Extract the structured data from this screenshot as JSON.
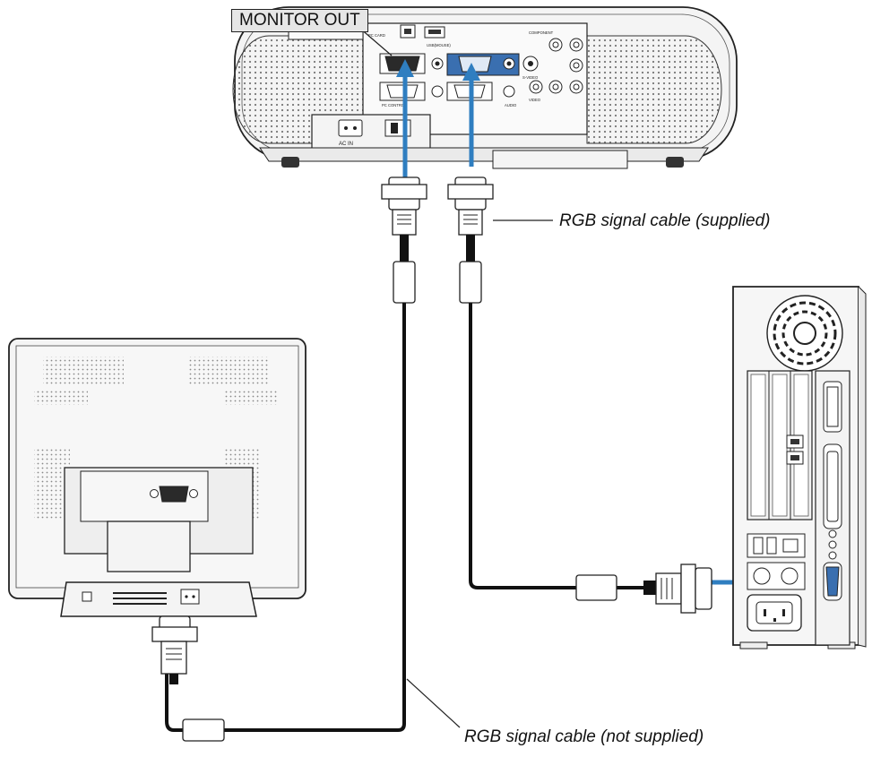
{
  "labels": {
    "monitor_out": "MONITOR OUT",
    "cable_supplied": "RGB signal cable (supplied)",
    "cable_not_supplied": "RGB signal cable (not supplied)",
    "ac_in": "AC IN",
    "pc_card": "PC CARD",
    "pc_control": "PC CONTROL",
    "usb_mouse": "USB(MOUSE)",
    "component": "COMPONENT",
    "video": "VIDEO",
    "s_video": "S-VIDEO",
    "audio": "AUDIO"
  },
  "colors": {
    "arrow": "#2f7ec0",
    "line": "#111111",
    "cable": "#111111",
    "panel": "#f2f2f2"
  }
}
